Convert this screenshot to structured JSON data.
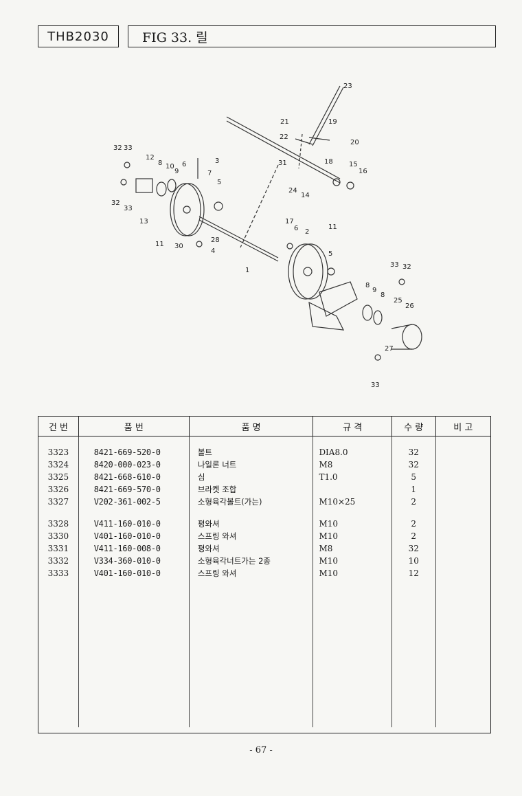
{
  "header": {
    "code": "THB2030",
    "figure_title": "FIG 33. 릴"
  },
  "diagram_labels": {
    "l1": "1",
    "l2": "2",
    "l3": "3",
    "l4": "4",
    "l5a": "5",
    "l5b": "5",
    "l6a": "6",
    "l6b": "6",
    "l7": "7",
    "l8a": "8",
    "l8b": "8",
    "l8c": "8",
    "l9a": "9",
    "l9b": "9",
    "l10": "10",
    "l11a": "11",
    "l11b": "11",
    "l12": "12",
    "l13": "13",
    "l14": "14",
    "l15": "15",
    "l16": "16",
    "l17": "17",
    "l18": "18",
    "l19": "19",
    "l20": "20",
    "l21": "21",
    "l22": "22",
    "l23": "23",
    "l24": "24",
    "l25": "25",
    "l26": "26",
    "l27": "27",
    "l28": "28",
    "l30": "30",
    "l31": "31",
    "l32a": "32",
    "l32b": "32",
    "l32c": "32",
    "l33a": "33",
    "l33b": "33",
    "l33c": "33",
    "l33d": "33"
  },
  "table": {
    "headers": [
      "건 번",
      "품 번",
      "품 명",
      "규 격",
      "수 량",
      "비 고"
    ],
    "rows": [
      {
        "item": "3323",
        "part_no": "8421-669-520-0",
        "name": "볼트",
        "spec": "DIA8.0",
        "qty": "32",
        "note": ""
      },
      {
        "item": "3324",
        "part_no": "8420-000-023-0",
        "name": "나일론 너트",
        "spec": "M8",
        "qty": "32",
        "note": ""
      },
      {
        "item": "3325",
        "part_no": "8421-668-610-0",
        "name": "심",
        "spec": "T1.0",
        "qty": "5",
        "note": ""
      },
      {
        "item": "3326",
        "part_no": "8421-669-570-0",
        "name": "브라켓 조합",
        "spec": "",
        "qty": "1",
        "note": ""
      },
      {
        "item": "3327",
        "part_no": "V202-361-002-5",
        "name": "소형육각볼트(가는)",
        "spec": "M10×25",
        "qty": "2",
        "note": ""
      },
      {
        "item": "3328",
        "part_no": "V411-160-010-0",
        "name": "평와셔",
        "spec": "M10",
        "qty": "2",
        "note": ""
      },
      {
        "item": "3330",
        "part_no": "V401-160-010-0",
        "name": "스프링 와셔",
        "spec": "M10",
        "qty": "2",
        "note": ""
      },
      {
        "item": "3331",
        "part_no": "V411-160-008-0",
        "name": "평와셔",
        "spec": "M8",
        "qty": "32",
        "note": ""
      },
      {
        "item": "3332",
        "part_no": "V334-360-010-0",
        "name": "소형육각너트가는 2종",
        "spec": "M10",
        "qty": "10",
        "note": ""
      },
      {
        "item": "3333",
        "part_no": "V401-160-010-0",
        "name": "스프링 와셔",
        "spec": "M10",
        "qty": "12",
        "note": ""
      }
    ]
  },
  "page_number": "- 67 -"
}
